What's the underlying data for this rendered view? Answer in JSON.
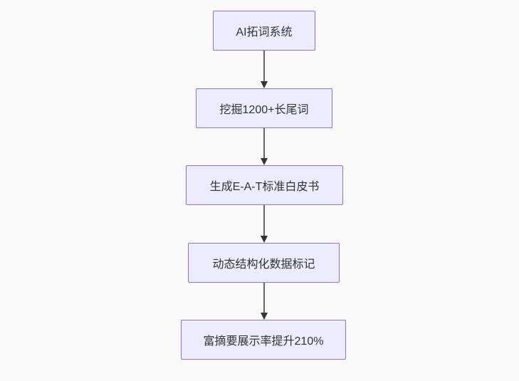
{
  "diagram": {
    "type": "flowchart",
    "direction": "top-down",
    "colors": {
      "background": "#fafafa",
      "node_fill": "#ececff",
      "node_border": "#9370db",
      "node_text": "#333333",
      "edge_line": "#666666",
      "arrowhead": "#333333"
    },
    "nodes": [
      {
        "label": "AI拓词系统"
      },
      {
        "label": "挖掘1200+长尾词"
      },
      {
        "label": "生成E-A-T标准白皮书"
      },
      {
        "label": "动态结构化数据标记"
      },
      {
        "label": "富摘要展示率提升210%"
      }
    ],
    "edges": [
      {
        "from": "AI拓词系统",
        "to": "挖掘1200+长尾词"
      },
      {
        "from": "挖掘1200+长尾词",
        "to": "生成E-A-T标准白皮书"
      },
      {
        "from": "生成E-A-T标准白皮书",
        "to": "动态结构化数据标记"
      },
      {
        "from": "动态结构化数据标记",
        "to": "富摘要展示率提升210%"
      }
    ]
  }
}
